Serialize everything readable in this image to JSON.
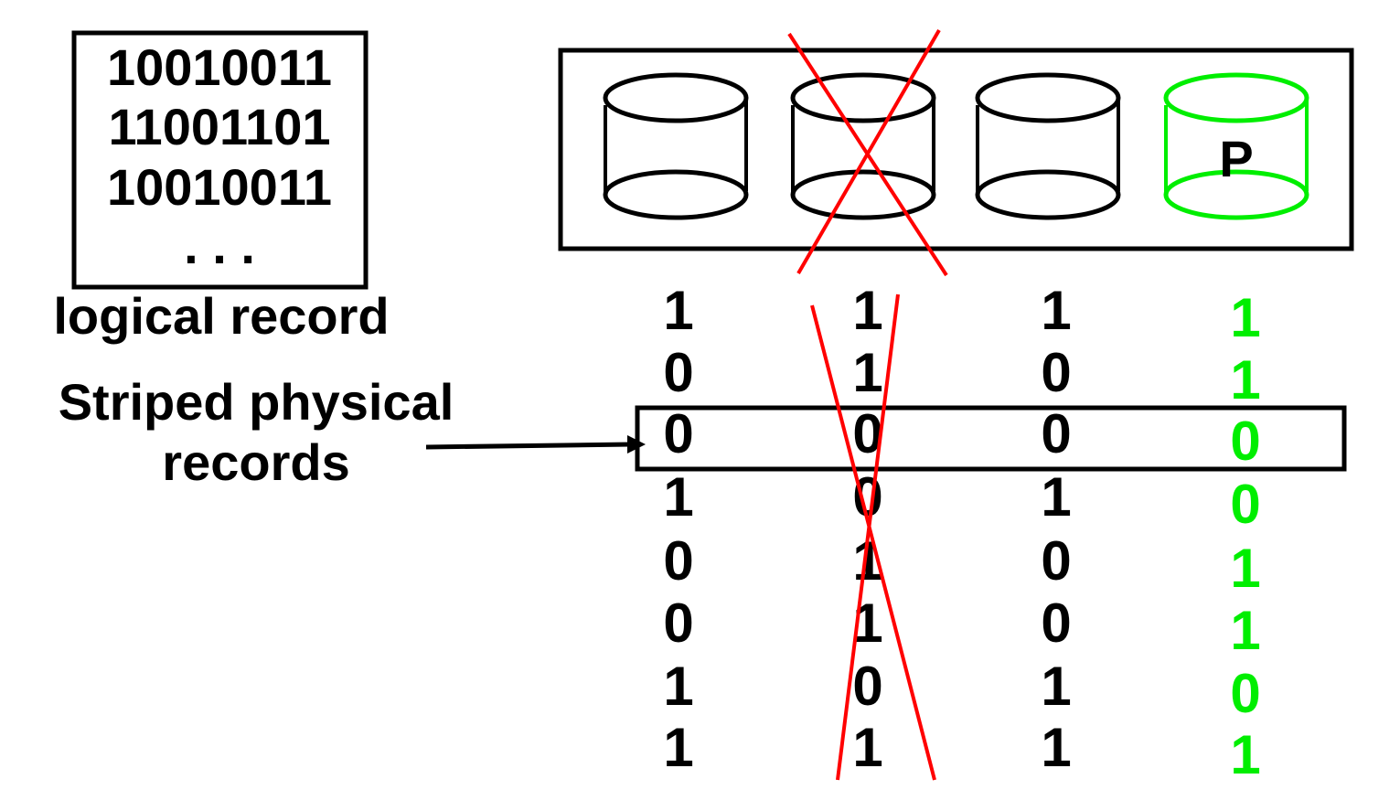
{
  "logical_record": {
    "rows": [
      "10010011",
      "11001101",
      "10010011"
    ],
    "ellipsis": ". . .",
    "label": "logical record"
  },
  "striped_label": {
    "line1": "Striped physical",
    "line2": "records"
  },
  "disks": [
    {
      "name": "disk-1",
      "label": "",
      "failed": false,
      "parity": false
    },
    {
      "name": "disk-2",
      "label": "",
      "failed": true,
      "parity": false
    },
    {
      "name": "disk-3",
      "label": "",
      "failed": false,
      "parity": false
    },
    {
      "name": "disk-4",
      "label": "P",
      "failed": false,
      "parity": true
    }
  ],
  "columns": [
    {
      "bits": [
        "1",
        "0",
        "0",
        "1",
        "0",
        "0",
        "1",
        "1"
      ],
      "failed": false,
      "parity": false
    },
    {
      "bits": [
        "1",
        "1",
        "0",
        "0",
        "1",
        "1",
        "0",
        "1"
      ],
      "failed": true,
      "parity": false
    },
    {
      "bits": [
        "1",
        "0",
        "0",
        "1",
        "0",
        "0",
        "1",
        "1"
      ],
      "failed": false,
      "parity": false
    },
    {
      "bits": [
        "1",
        "1",
        "0",
        "0",
        "1",
        "1",
        "0",
        "1"
      ],
      "failed": false,
      "parity": true
    }
  ],
  "highlighted_row": 2,
  "colors": {
    "ink": "#000000",
    "parity": "#00ee00",
    "failure": "#ff0000"
  }
}
